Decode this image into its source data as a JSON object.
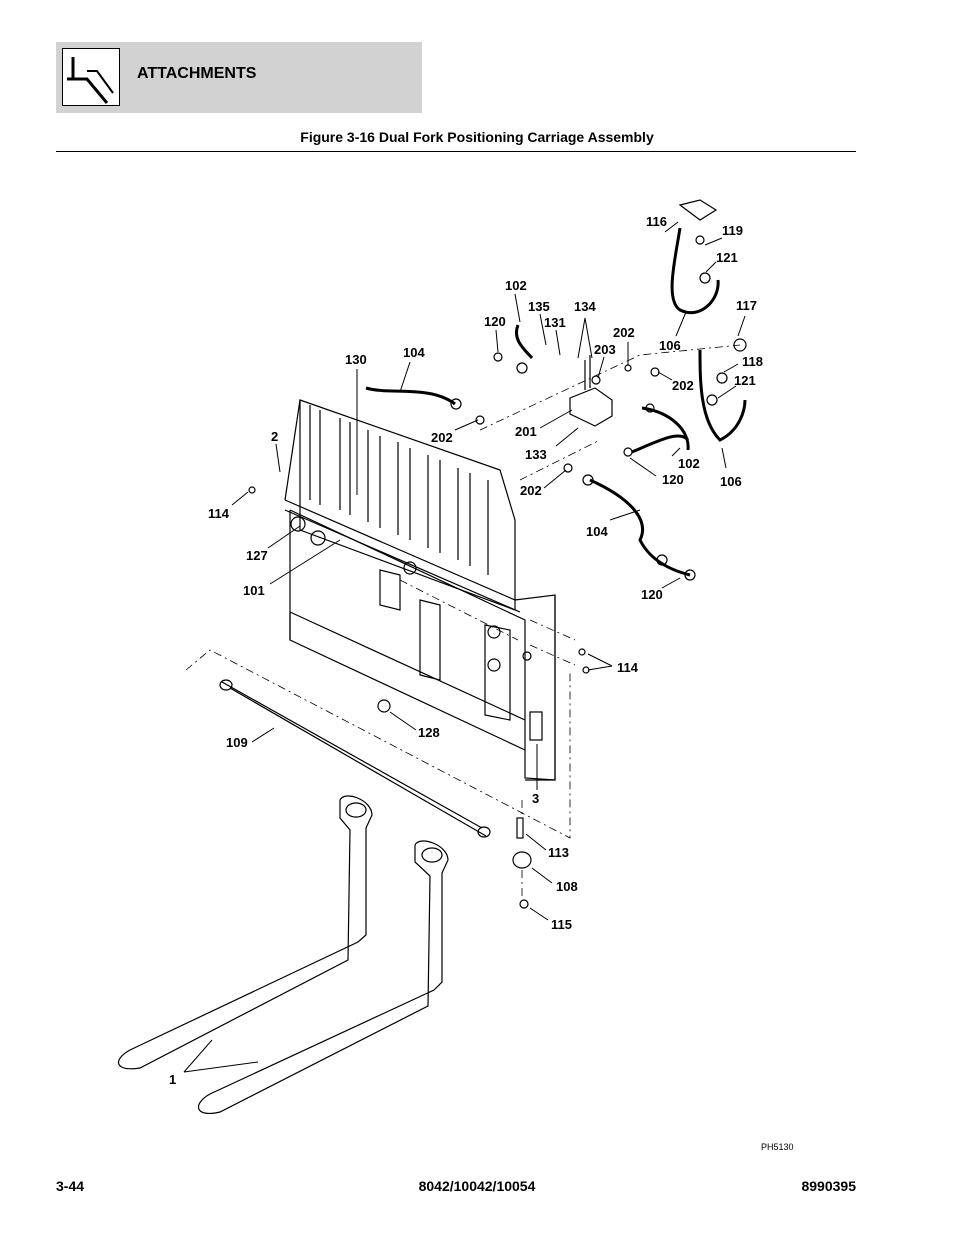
{
  "header": {
    "section": "ATTACHMENTS",
    "icon": "fork-attachment-icon"
  },
  "figure": {
    "title": "Figure 3-16 Dual Fork Positioning Carriage Assembly",
    "ref": "PH5130"
  },
  "callouts": [
    {
      "id": "c116",
      "label": "116"
    },
    {
      "id": "c119",
      "label": "119"
    },
    {
      "id": "c121a",
      "label": "121"
    },
    {
      "id": "c102a",
      "label": "102"
    },
    {
      "id": "c135",
      "label": "135"
    },
    {
      "id": "c134",
      "label": "134"
    },
    {
      "id": "c131",
      "label": "131"
    },
    {
      "id": "c120a",
      "label": "120"
    },
    {
      "id": "c202a",
      "label": "202"
    },
    {
      "id": "c117",
      "label": "117"
    },
    {
      "id": "c203",
      "label": "203"
    },
    {
      "id": "c106a",
      "label": "106"
    },
    {
      "id": "c118",
      "label": "118"
    },
    {
      "id": "c202b",
      "label": "202"
    },
    {
      "id": "c121b",
      "label": "121"
    },
    {
      "id": "c130",
      "label": "130"
    },
    {
      "id": "c104a",
      "label": "104"
    },
    {
      "id": "c202c",
      "label": "202"
    },
    {
      "id": "c201",
      "label": "201"
    },
    {
      "id": "c133",
      "label": "133"
    },
    {
      "id": "c102b",
      "label": "102"
    },
    {
      "id": "c120b",
      "label": "120"
    },
    {
      "id": "c106b",
      "label": "106"
    },
    {
      "id": "c2",
      "label": "2"
    },
    {
      "id": "c202d",
      "label": "202"
    },
    {
      "id": "c114a",
      "label": "114"
    },
    {
      "id": "c104b",
      "label": "104"
    },
    {
      "id": "c127",
      "label": "127"
    },
    {
      "id": "c101",
      "label": "101"
    },
    {
      "id": "c120c",
      "label": "120"
    },
    {
      "id": "c114b",
      "label": "114"
    },
    {
      "id": "c128",
      "label": "128"
    },
    {
      "id": "c109",
      "label": "109"
    },
    {
      "id": "c3",
      "label": "3"
    },
    {
      "id": "c113",
      "label": "113"
    },
    {
      "id": "c108",
      "label": "108"
    },
    {
      "id": "c115",
      "label": "115"
    },
    {
      "id": "c1",
      "label": "1"
    }
  ],
  "footer": {
    "page": "3-44",
    "models": "8042/10042/10054",
    "doc_number": "8990395"
  }
}
